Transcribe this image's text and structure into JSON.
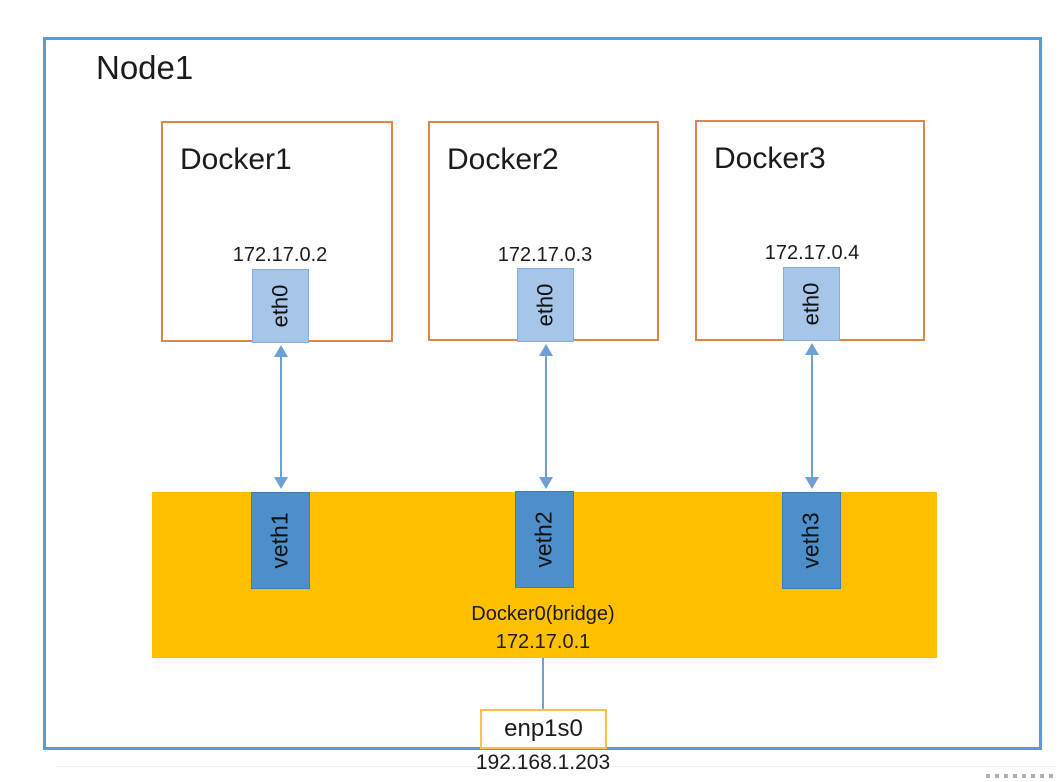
{
  "node": {
    "title": "Node1"
  },
  "containers": [
    {
      "name": "Docker1",
      "ip": "172.17.0.2",
      "interface": "eth0",
      "veth": "veth1"
    },
    {
      "name": "Docker2",
      "ip": "172.17.0.3",
      "interface": "eth0",
      "veth": "veth2"
    },
    {
      "name": "Docker3",
      "ip": "172.17.0.4",
      "interface": "eth0",
      "veth": "veth3"
    }
  ],
  "bridge": {
    "name": "Docker0(bridge)",
    "ip": "172.17.0.1"
  },
  "host_nic": {
    "name": "enp1s0",
    "ip": "192.168.1.203"
  },
  "colors": {
    "node_border": "#5B9BD5",
    "container_border": "#DE8547",
    "eth_fill": "#A6C5E9",
    "veth_fill": "#4D8FCB",
    "bridge_fill": "#FFC000",
    "arrow": "#6FA0D4",
    "nic_border": "#F2C14E"
  }
}
